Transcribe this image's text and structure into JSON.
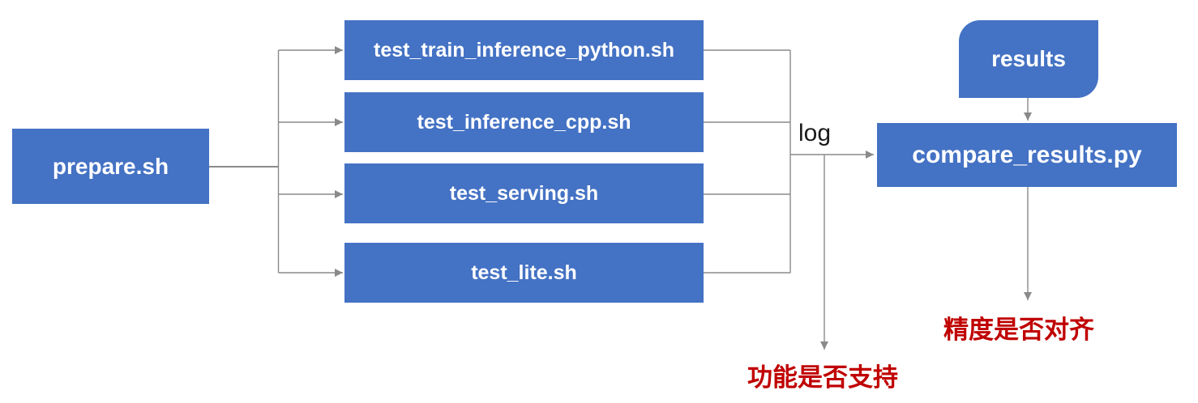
{
  "diagram": {
    "colors": {
      "node_fill": "#4472C4",
      "node_text": "#ffffff",
      "line_color": "#8a8a8a",
      "label_text": "#1a1a1a",
      "warn_text": "#c00000"
    },
    "prepare": {
      "label": "prepare.sh"
    },
    "tests": [
      {
        "label": "test_train_inference_python.sh"
      },
      {
        "label": "test_inference_cpp.sh"
      },
      {
        "label": "test_serving.sh"
      },
      {
        "label": "test_lite.sh"
      }
    ],
    "log_label": "log",
    "compare": {
      "label": "compare_results.py"
    },
    "results": {
      "label": "results"
    },
    "outcomes": {
      "function_support": "功能是否支持",
      "precision_align": "精度是否对齐"
    }
  }
}
